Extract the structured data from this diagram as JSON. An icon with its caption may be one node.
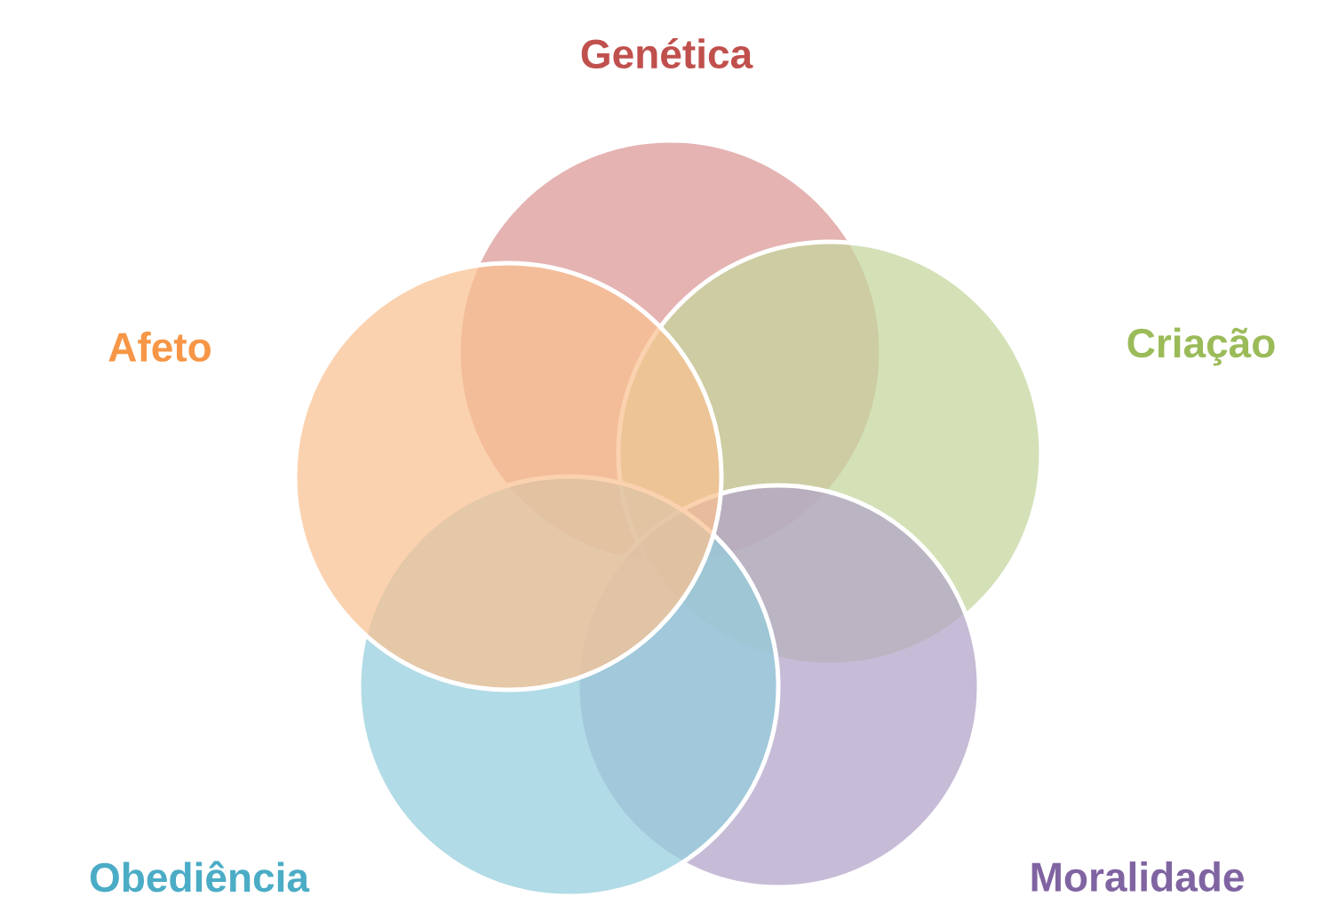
{
  "diagram": {
    "nodes": [
      {
        "text": [
          "Genética"
        ]
      },
      {
        "text": [
          "Afeto"
        ]
      },
      {
        "text": [
          "Criação"
        ]
      },
      {
        "text": [
          "Obediência"
        ]
      },
      {
        "text": [
          "Moralidade"
        ]
      }
    ]
  }
}
